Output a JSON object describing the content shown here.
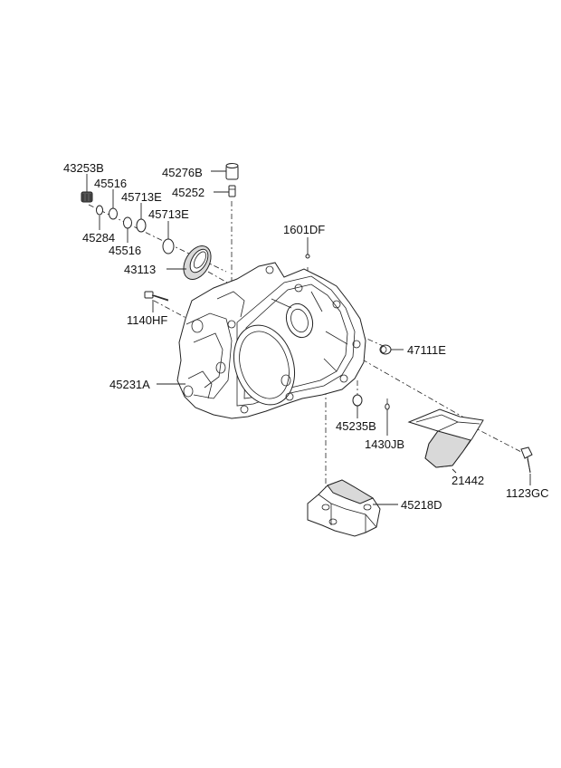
{
  "diagram": {
    "parts": {
      "p43253B": "43253B",
      "p45516a": "45516",
      "p45713Ea": "45713E",
      "p45713Eb": "45713E",
      "p45284": "45284",
      "p45516b": "45516",
      "p43113": "43113",
      "p45276B": "45276B",
      "p45252": "45252",
      "p1601DF": "1601DF",
      "p1140HF": "1140HF",
      "p47111E": "47111E",
      "p45231A": "45231A",
      "p45235B": "45235B",
      "p1430JB": "1430JB",
      "p21442": "21442",
      "p1123GC": "1123GC",
      "p45218D": "45218D"
    }
  }
}
